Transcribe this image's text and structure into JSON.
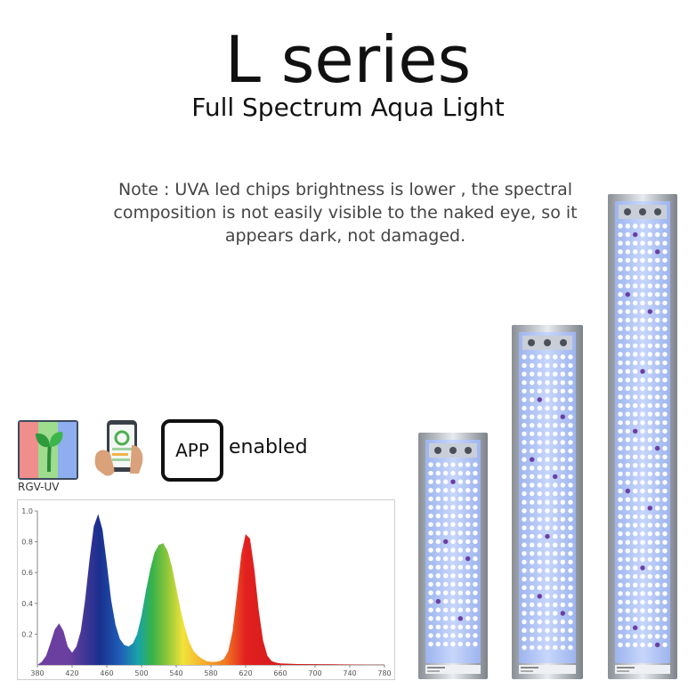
{
  "title": "L series",
  "subtitle": "Full Spectrum Aqua Light",
  "note": "Note : UVA led chips brightness is lower ,  the spectral composition is not easily visible to the naked eye, so it appears dark, not damaged.",
  "features": {
    "rgv_label": "RGV-UV",
    "app_label": "APP",
    "enabled_label": "enabled"
  },
  "chart_data": {
    "type": "area",
    "title": "",
    "xlabel": "",
    "ylabel": "",
    "xlim": [
      380,
      780
    ],
    "ylim": [
      0,
      1.0
    ],
    "x_ticks": [
      "380",
      "420",
      "460",
      "500",
      "540",
      "580",
      "620",
      "660",
      "700",
      "740",
      "780"
    ],
    "y_ticks": [
      "0.2",
      "0.4",
      "0.6",
      "0.8",
      "1.0"
    ],
    "peaks": [
      {
        "x": 405,
        "y": 0.27
      },
      {
        "x": 450,
        "y": 0.98
      },
      {
        "x": 525,
        "y": 0.79
      },
      {
        "x": 630,
        "y": 0.85
      }
    ],
    "series": [
      {
        "x": [
          380,
          385,
          390,
          395,
          400,
          405,
          410,
          415,
          420,
          425,
          430,
          435,
          440,
          445,
          450,
          455,
          460,
          465,
          470,
          475,
          480,
          485,
          490,
          495,
          500,
          505,
          510,
          515,
          520,
          525,
          530,
          535,
          540,
          545,
          550,
          555,
          560,
          565,
          570,
          575,
          580,
          585,
          590,
          595,
          600,
          605,
          610,
          615,
          620,
          625,
          630,
          635,
          640,
          645,
          650,
          655,
          660,
          670,
          680,
          700,
          720,
          740,
          760,
          780
        ],
        "y": [
          0.0,
          0.02,
          0.06,
          0.14,
          0.23,
          0.27,
          0.22,
          0.12,
          0.08,
          0.12,
          0.22,
          0.42,
          0.68,
          0.9,
          0.98,
          0.88,
          0.66,
          0.42,
          0.26,
          0.17,
          0.13,
          0.12,
          0.14,
          0.2,
          0.32,
          0.48,
          0.62,
          0.73,
          0.78,
          0.79,
          0.74,
          0.64,
          0.5,
          0.36,
          0.24,
          0.15,
          0.09,
          0.06,
          0.04,
          0.025,
          0.02,
          0.02,
          0.025,
          0.04,
          0.09,
          0.22,
          0.46,
          0.72,
          0.85,
          0.82,
          0.62,
          0.36,
          0.16,
          0.06,
          0.025,
          0.015,
          0.01,
          0.008,
          0.006,
          0.005,
          0.004,
          0.003,
          0.002,
          0.002
        ]
      }
    ]
  },
  "colors": {
    "uv": "#6b3fa0",
    "blue": "#1a3f9e",
    "green": "#36b24a",
    "yellow": "#f2e33a",
    "red": "#e22020"
  }
}
